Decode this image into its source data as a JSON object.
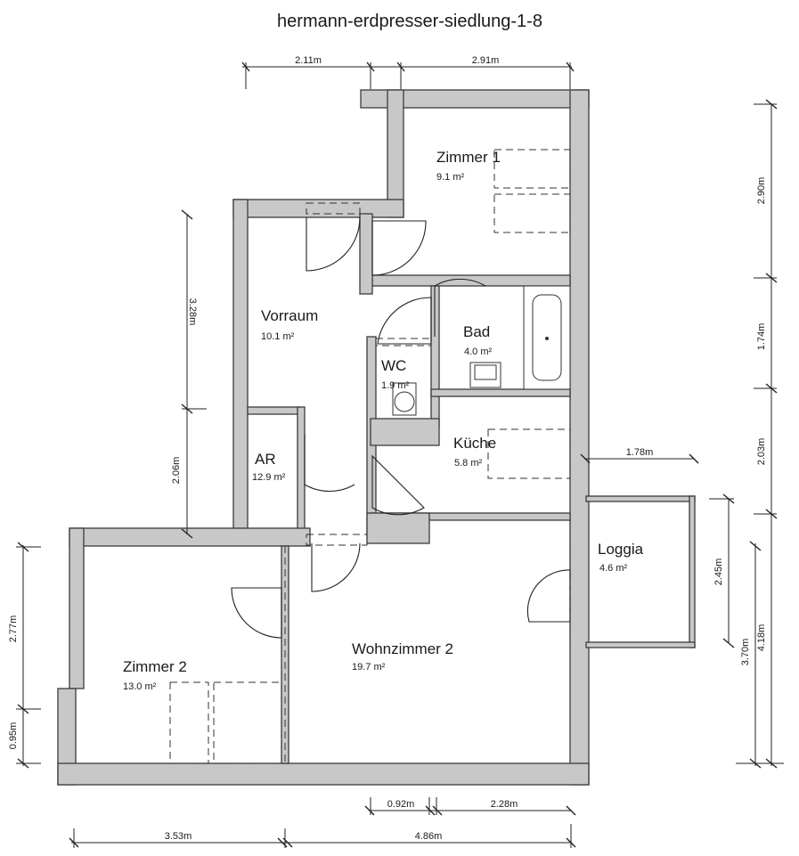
{
  "title": "hermann-erdpresser-siedlung-1-8",
  "rooms": {
    "zimmer1": {
      "name": "Zimmer 1",
      "area": "9.1 m²"
    },
    "vorraum": {
      "name": "Vorraum",
      "area": "10.1 m²"
    },
    "bad": {
      "name": "Bad",
      "area": "4.0 m²"
    },
    "wc": {
      "name": "WC",
      "area": "1.9 m²"
    },
    "kueche": {
      "name": "Küche",
      "area": "5.8 m²"
    },
    "ar": {
      "name": "AR",
      "area": "12.9 m²"
    },
    "loggia": {
      "name": "Loggia",
      "area": "4.6 m²"
    },
    "wohnzimmer2": {
      "name": "Wohnzimmer 2",
      "area": "19.7 m²"
    },
    "zimmer2": {
      "name": "Zimmer 2",
      "area": "13.0 m²"
    }
  },
  "dimensions": {
    "top_left": "2.11m",
    "top_right": "2.91m",
    "left_upper": "3.28m",
    "left_lower": "2.06m",
    "right_1": "2.90m",
    "right_2": "1.74m",
    "right_3": "2.03m",
    "loggia_width": "1.78m",
    "loggia_depth": "2.45m",
    "right_4": "3.70m",
    "right_5": "4.18m",
    "far_left_upper": "2.77m",
    "far_left_lower": "0.95m",
    "bottom_small": "0.92m",
    "bottom_mid": "2.28m",
    "bottom_left": "3.53m",
    "bottom_right": "4.86m"
  }
}
